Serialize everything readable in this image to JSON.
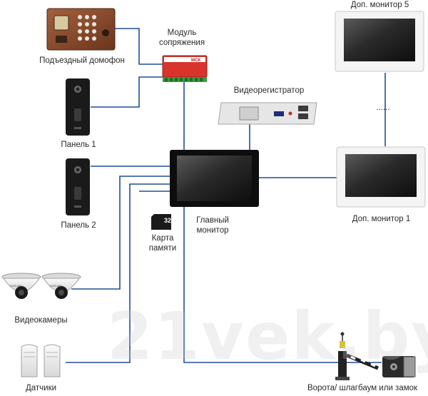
{
  "labels": {
    "intercom": "Подъездный домофон",
    "module": "Модуль сопряжения",
    "panel1": "Панель 1",
    "panel2": "Панель 2",
    "dvr": "Видеорегистратор",
    "main_monitor_line1": "Главный",
    "main_monitor_line2": "монитор",
    "memory_card_line1": "Карта",
    "memory_card_line2": "памяти",
    "cameras": "Видеокамеры",
    "sensors": "Датчики",
    "monitor5": "Доп. монитор 5",
    "monitor1": "Доп. монитор 1",
    "ellipsis": "......",
    "gate": "Ворота/ шлагбаум или замок"
  },
  "device_text": {
    "module_brand": "МСК",
    "card_capacity": "32",
    "camera_brand": "novicam"
  },
  "watermark": "21vek.by",
  "colors": {
    "wire": "#1f4e9a",
    "screen": "#111111",
    "intercom_body": "#8a4a2c"
  }
}
